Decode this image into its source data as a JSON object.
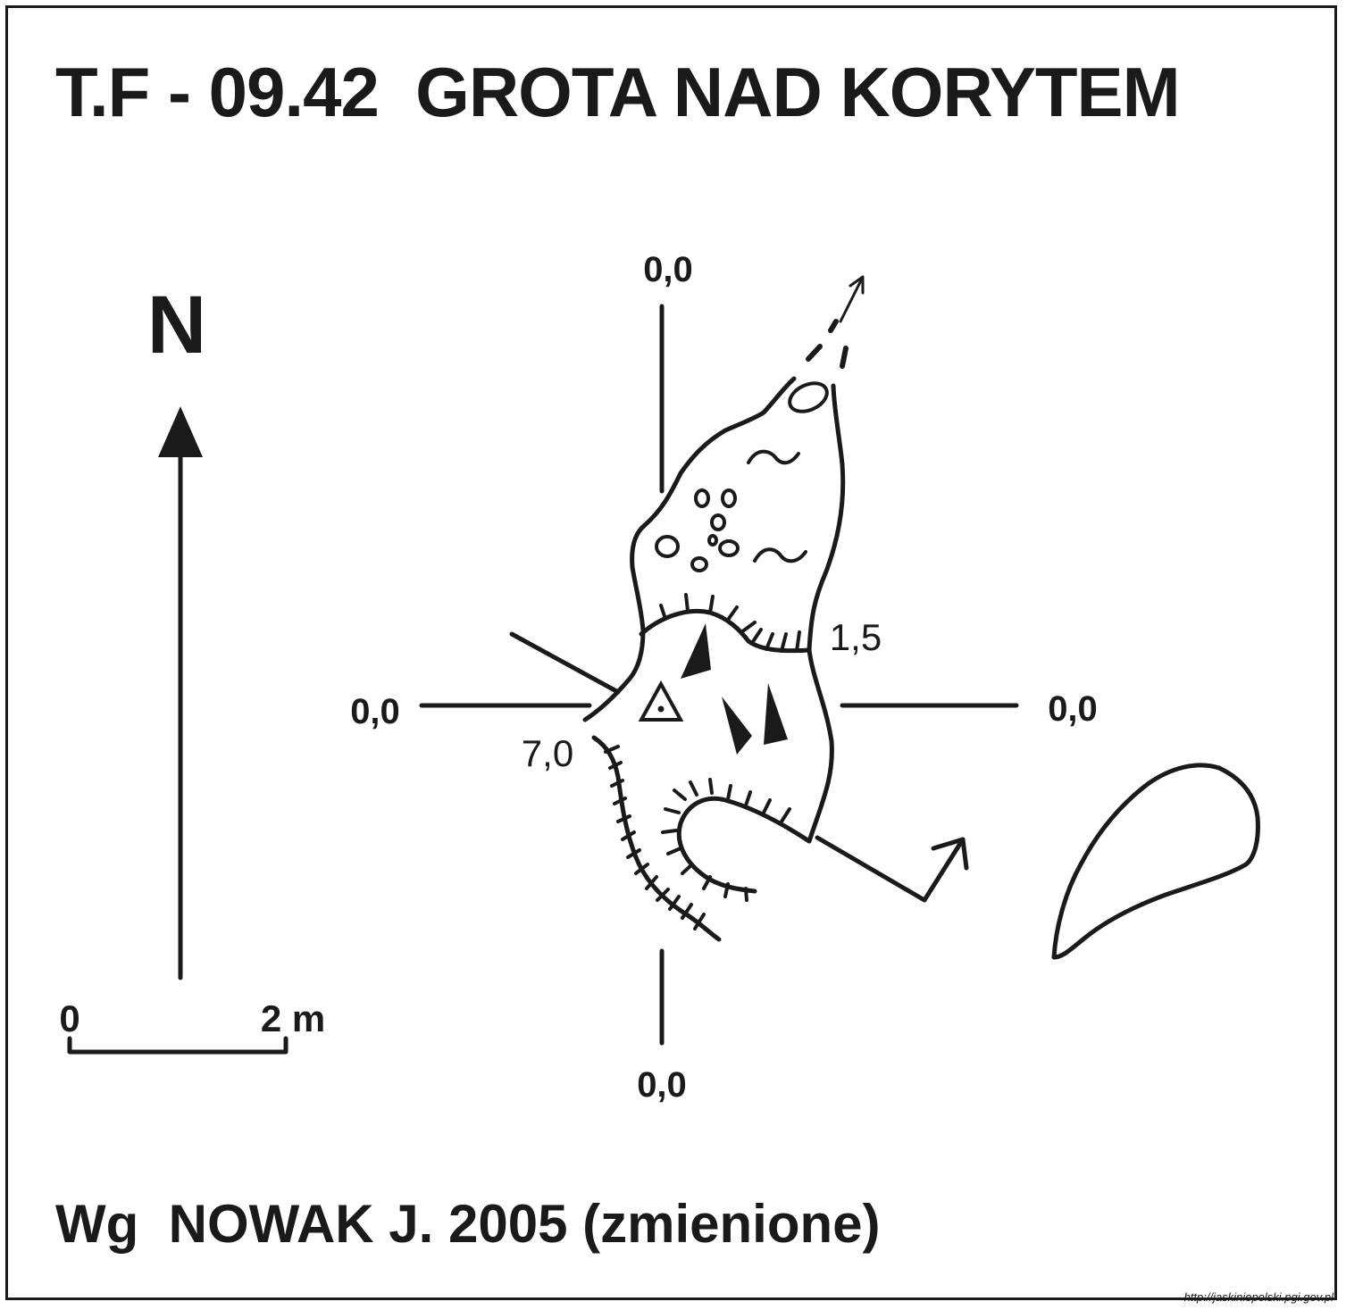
{
  "title": "T.F - 09.42  GROTA NAD KORYTEM",
  "north_label": "N",
  "scale_bar": {
    "start_label": "0",
    "end_label": "2 m"
  },
  "profile_labels": {
    "north": "0,0",
    "west": "0,0",
    "east": "0,0",
    "south": "0,0"
  },
  "depth_labels": {
    "right_point": "1,5",
    "left_point": "7,0"
  },
  "credit": "Wg  NOWAK J. 2005 (zmienione)",
  "source_url": "http://jaskiniepolski.pgi.gov.pl",
  "colors": {
    "ink": "#1a1a1a",
    "paper": "#ffffff"
  },
  "symbols": [
    "north-arrow",
    "scale-bar",
    "survey-station-triangle",
    "rock-blocks",
    "boulders",
    "clay-tilde",
    "slope-hachures",
    "passage-continues-arrow",
    "exit-arrow"
  ]
}
